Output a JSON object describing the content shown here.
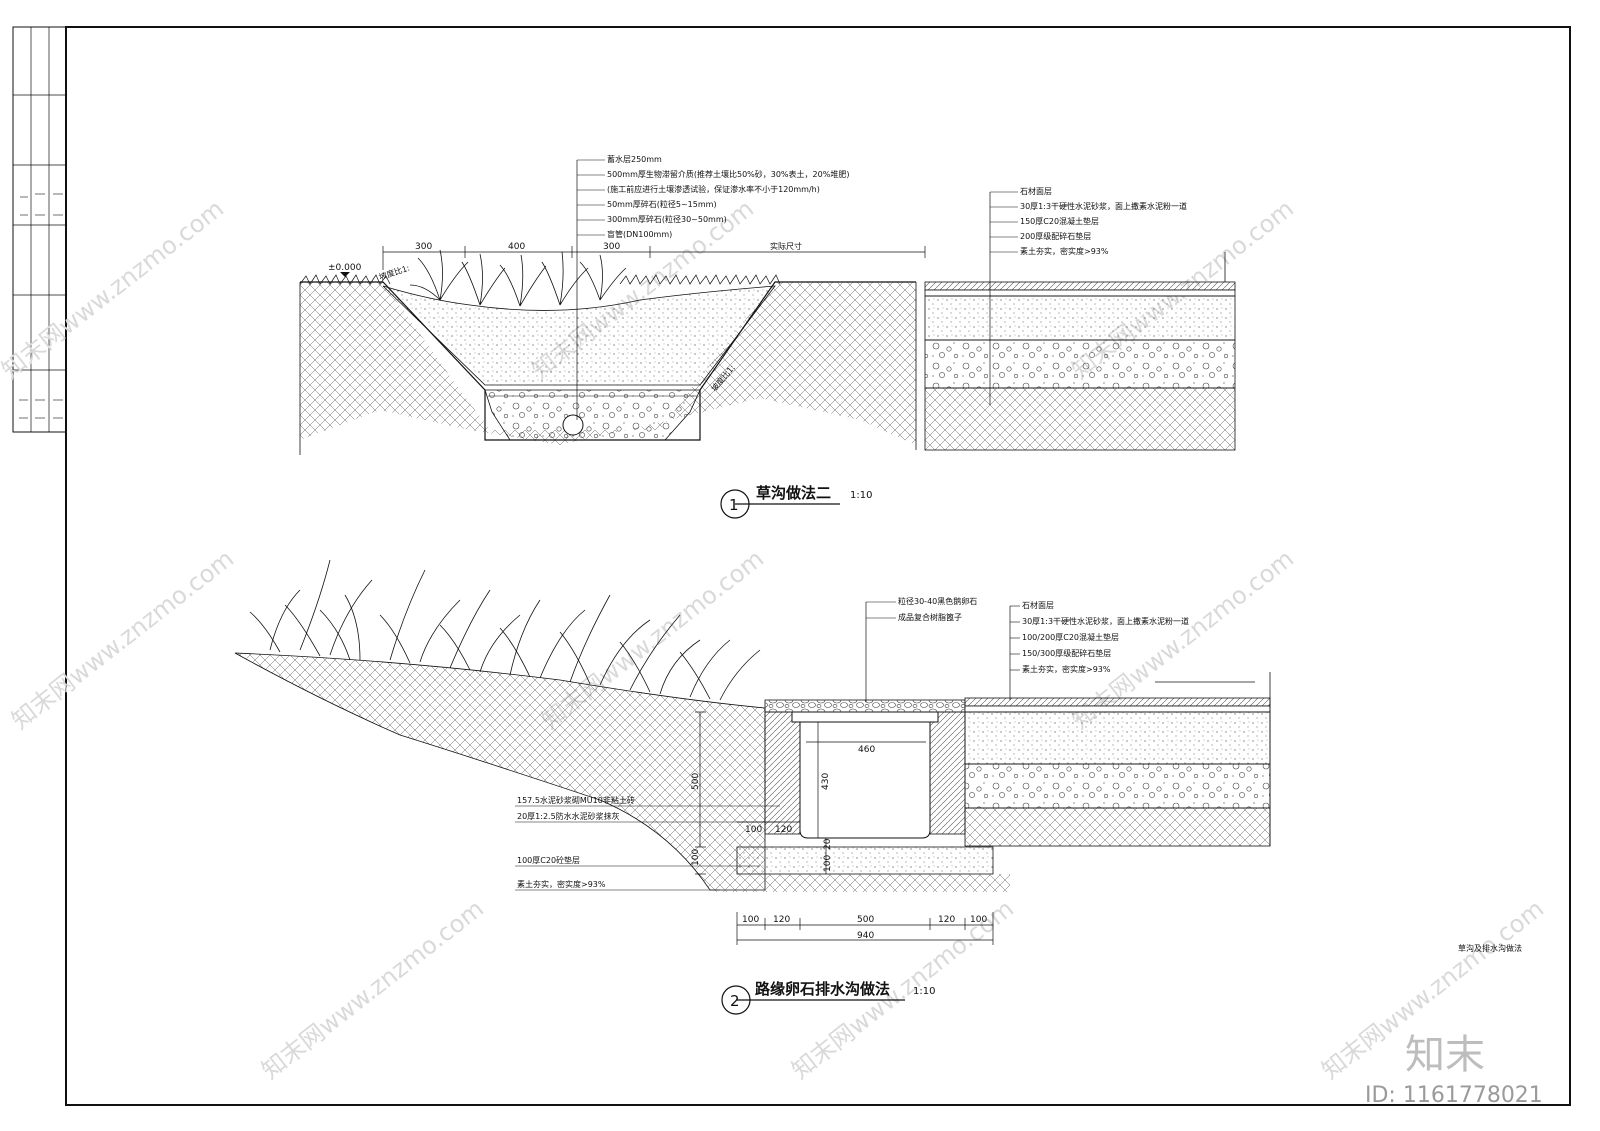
{
  "detail1": {
    "number": "1",
    "title": "草沟做法二",
    "scale": "1:10",
    "elevation": "±0.000",
    "slope_left": "坡度比1:",
    "slope_right": "坡度比1:",
    "dims": [
      "300",
      "400",
      "300",
      "实际尺寸"
    ],
    "labels_left": [
      "蓄水层250mm",
      "500mm厚生物滞留介质(推荐土壤比50%砂，30%表土，20%堆肥)",
      "(施工前应进行土壤渗透试验，保证渗水率不小于120mm/h)",
      "50mm厚碎石(粒径5~15mm)",
      "300mm厚碎石(粒径30~50mm)",
      "盲管(DN100mm)"
    ],
    "labels_right": [
      "石材面层",
      "30厚1:3干硬性水泥砂浆，面上撒素水泥粉一道",
      "150厚C20混凝土垫层",
      "200厚级配碎石垫层",
      "素土夯实，密实度>93%"
    ]
  },
  "detail2": {
    "number": "2",
    "title": "路缘卵石排水沟做法",
    "scale": "1:10",
    "labels_top_center": [
      "粒径30-40黑色鹅卵石",
      "成品复合树脂篦子"
    ],
    "labels_right": [
      "石材面层",
      "30厚1:3干硬性水泥砂浆，面上撒素水泥粉一道",
      "100/200厚C20混凝土垫层",
      "150/300厚级配碎石垫层",
      "素土夯实，密实度>93%"
    ],
    "labels_left": [
      "157.5水泥砂浆砌MU10非粘土砖",
      "20厚1:2.5防水水泥砂浆抹灰",
      "100厚C20砼垫层",
      "素土夯实，密实度>93%"
    ],
    "dims_inner": [
      "460",
      "430",
      "500",
      "100",
      "120",
      "100",
      "100",
      "20"
    ],
    "dims_bottom": [
      "100",
      "120",
      "500",
      "120",
      "100"
    ],
    "dim_total": "940"
  },
  "sheet_caption": "草沟及排水沟做法",
  "watermark": "知末网www.znzmo.com",
  "brand": "知末",
  "id_text": "ID: 1161778021",
  "colors": {
    "line": "#111111",
    "hatch": "#555555",
    "watermark": "#d9d9d9"
  }
}
